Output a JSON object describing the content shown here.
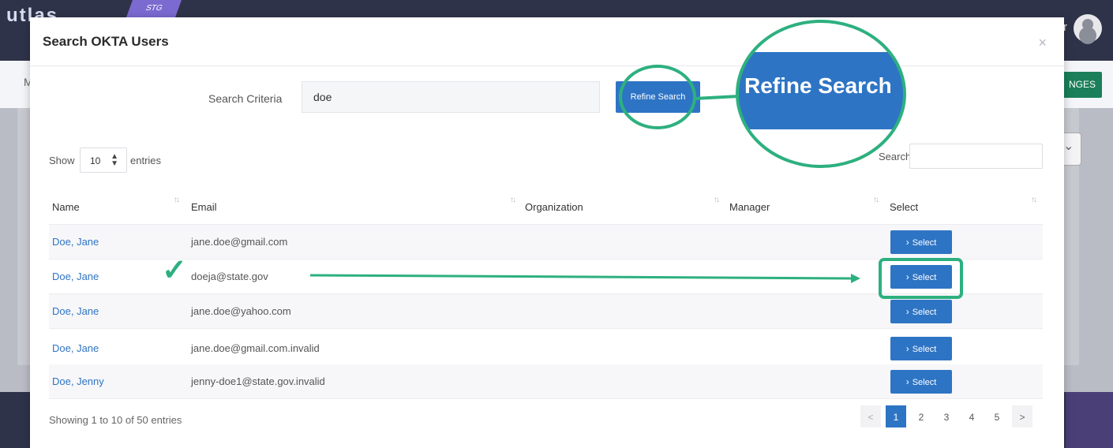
{
  "background": {
    "logo_text": "utlas",
    "ribbon_text": "STG",
    "user_label": "r",
    "left_tab": "M",
    "green_button_label": "NGES"
  },
  "modal": {
    "title": "Search OKTA Users",
    "close_symbol": "×",
    "search_criteria": {
      "label": "Search Criteria",
      "value": "doe"
    },
    "refine_button_label": "Refine Search",
    "zoom_callout_label": "Refine Search",
    "show_label": "Show",
    "entries_value": "10",
    "entries_label": "entries",
    "search_label": "Search:",
    "search_value": "",
    "columns": [
      "Name",
      "Email",
      "Organization",
      "Manager",
      "Select"
    ],
    "rows": [
      {
        "name": "Doe, Jane",
        "email": "jane.doe@gmail.com",
        "select_label": "Select"
      },
      {
        "name": "Doe, Jane",
        "email": "doeja@state.gov",
        "select_label": "Select"
      },
      {
        "name": "Doe, Jane",
        "email": "jane.doe@yahoo.com",
        "select_label": "Select"
      },
      {
        "name": "Doe, Jane",
        "email": "jane.doe@gmail.com.invalid",
        "select_label": "Select"
      },
      {
        "name": "Doe, Jenny",
        "email": "jenny-doe1@state.gov.invalid",
        "select_label": "Select"
      }
    ],
    "footer_info": "Showing 1 to 10 of 50 entries",
    "pagination": {
      "prev": "<",
      "pages": [
        "1",
        "2",
        "3",
        "4",
        "5"
      ],
      "active_page": "1",
      "next": ">"
    }
  },
  "colors": {
    "primary": "#2e74c4",
    "annotation": "#2db07f",
    "header_dark": "#2f3349"
  }
}
